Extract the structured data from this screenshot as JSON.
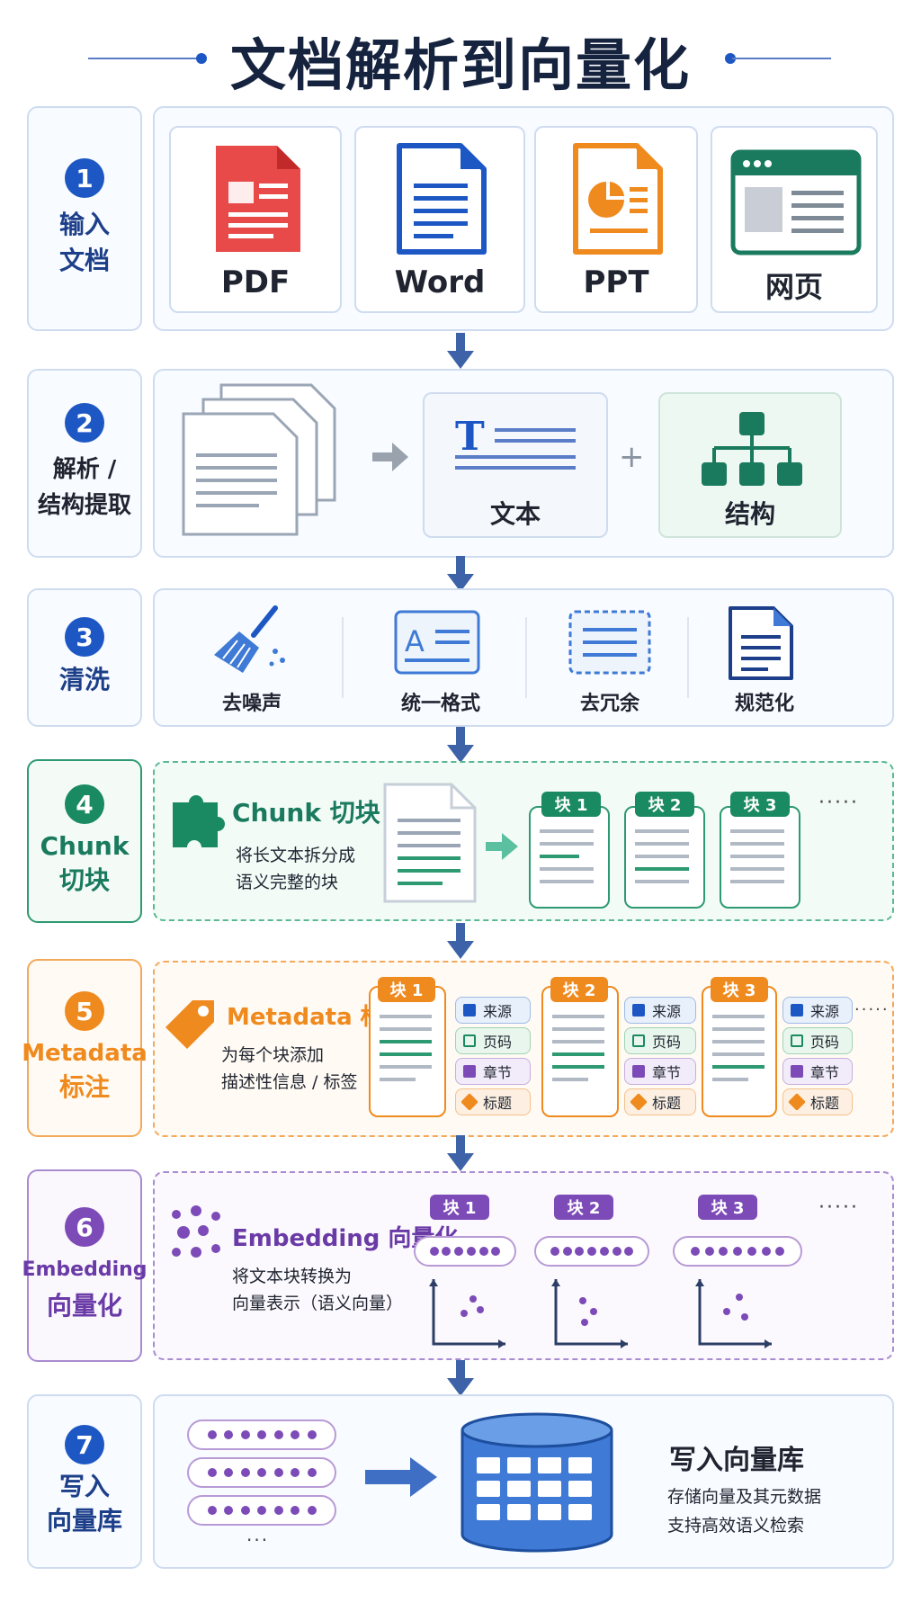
{
  "title": "文档解析到向量化",
  "colors": {
    "blue": "#1d57c4",
    "green": "#1a8a63",
    "orange": "#ef8a1e",
    "purple": "#7d4bb8"
  },
  "steps": [
    {
      "num": "1",
      "label_lines": [
        "输入",
        "文档"
      ]
    },
    {
      "num": "2",
      "label_lines": [
        "解析 /",
        "结构提取"
      ]
    },
    {
      "num": "3",
      "label_lines": [
        "清洗"
      ]
    },
    {
      "num": "4",
      "label_lines": [
        "Chunk",
        "切块"
      ]
    },
    {
      "num": "5",
      "label_lines": [
        "Metadata",
        "标注"
      ]
    },
    {
      "num": "6",
      "label_lines": [
        "Embedding",
        "向量化"
      ]
    },
    {
      "num": "7",
      "label_lines": [
        "写入",
        "向量库"
      ]
    }
  ],
  "inputs": [
    "PDF",
    "Word",
    "PPT",
    "网页"
  ],
  "parse": {
    "text_label": "文本",
    "struct_label": "结构",
    "plus": "+"
  },
  "clean": [
    "去噪声",
    "统一格式",
    "去冗余",
    "规范化"
  ],
  "chunk": {
    "heading": "Chunk 切块",
    "desc_lines": [
      "将长文本拆分成",
      "语义完整的块"
    ],
    "blocks": [
      "块 1",
      "块 2",
      "块 3"
    ],
    "ellipsis": "·····"
  },
  "metadata": {
    "heading": "Metadata 标注",
    "desc_lines": [
      "为每个块添加",
      "描述性信息 / 标签"
    ],
    "blocks": [
      "块 1",
      "块 2",
      "块 3"
    ],
    "tags": [
      "来源",
      "页码",
      "章节",
      "标题"
    ],
    "ellipsis": "·····"
  },
  "embedding": {
    "heading": "Embedding 向量化",
    "desc_lines": [
      "将文本块转换为",
      "向量表示（语义向量）"
    ],
    "blocks": [
      "块 1",
      "块 2",
      "块 3"
    ],
    "ellipsis": "·····"
  },
  "store": {
    "heading": "写入向量库",
    "desc_lines": [
      "存储向量及其元数据",
      "支持高效语义检索"
    ],
    "ellipsis": "···"
  }
}
